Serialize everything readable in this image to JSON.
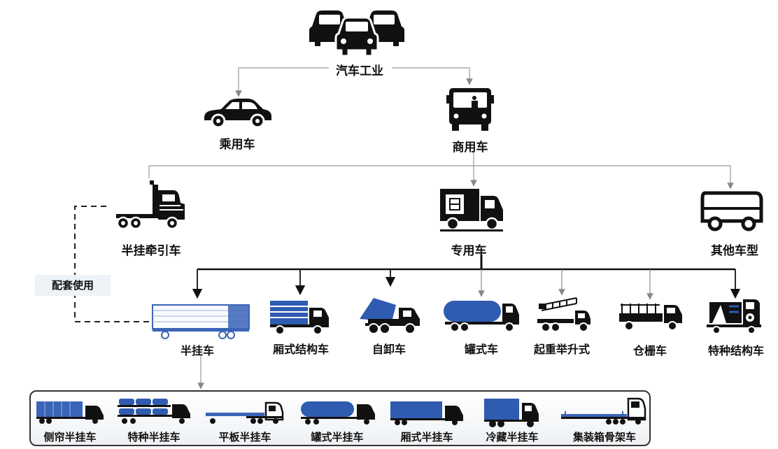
{
  "root": {
    "label": "汽车工业",
    "icon": "car-group-icon"
  },
  "level1": [
    {
      "label": "乘用车",
      "icon": "sedan-icon"
    },
    {
      "label": "商用车",
      "icon": "bus-front-icon"
    }
  ],
  "level2": [
    {
      "label": "半挂牵引车",
      "icon": "tractor-truck-icon"
    },
    {
      "label": "专用车",
      "icon": "delivery-truck-icon"
    },
    {
      "label": "其他车型",
      "icon": "coach-bus-icon"
    }
  ],
  "relation_note": "配套使用",
  "level3": [
    {
      "label": "半挂车",
      "icon": "semi-trailer-icon"
    },
    {
      "label": "厢式结构车",
      "icon": "box-truck-icon"
    },
    {
      "label": "自卸车",
      "icon": "dump-truck-icon"
    },
    {
      "label": "罐式车",
      "icon": "tank-truck-icon"
    },
    {
      "label": "起重举升式",
      "icon": "crane-truck-icon"
    },
    {
      "label": "仓栅车",
      "icon": "stake-truck-icon"
    },
    {
      "label": "特种结构车",
      "icon": "special-truck-icon"
    }
  ],
  "trailer_types": [
    {
      "label": "侧帘半挂车",
      "icon": "curtain-trailer-icon"
    },
    {
      "label": "特种半挂车",
      "icon": "car-carrier-trailer-icon"
    },
    {
      "label": "平板半挂车",
      "icon": "flatbed-trailer-icon"
    },
    {
      "label": "罐式半挂车",
      "icon": "tank-trailer-icon"
    },
    {
      "label": "厢式半挂车",
      "icon": "van-trailer-icon"
    },
    {
      "label": "冷藏半挂车",
      "icon": "reefer-trailer-icon"
    },
    {
      "label": "集装箱骨架车",
      "icon": "container-chassis-icon"
    }
  ],
  "colors": {
    "accent_blue": "#2f5bb0",
    "line_gray": "#9a9a9a",
    "dark": "#111111"
  }
}
